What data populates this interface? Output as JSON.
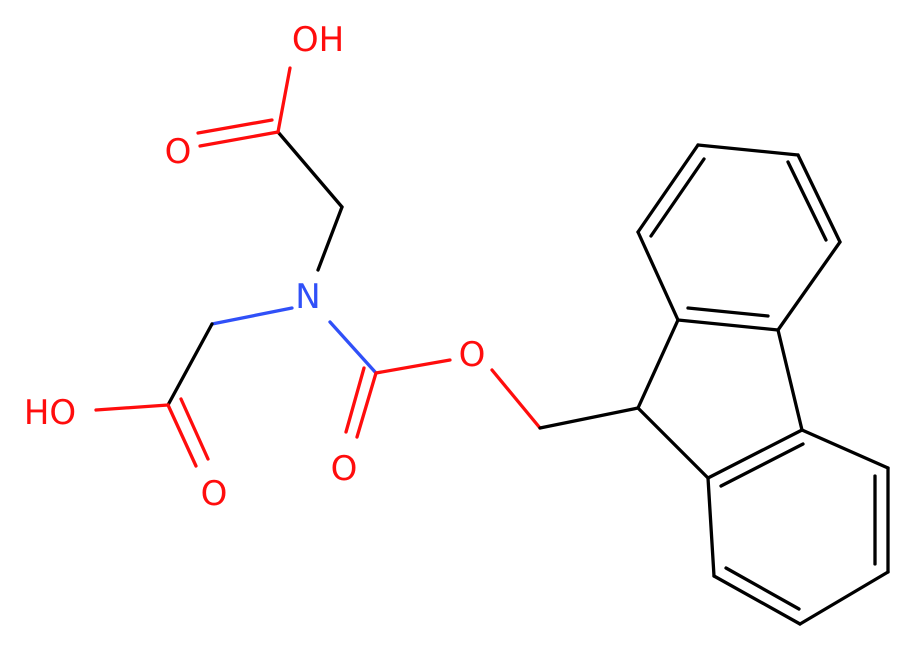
{
  "structure": {
    "atoms": {
      "oh_top": "OH",
      "o_top": "O",
      "n": "N",
      "ho_left": "HO",
      "o_left": "O",
      "o_ester": "O",
      "o_carbonyl": "O"
    },
    "colors": {
      "bond": "#000000",
      "oxygen": "#ff0d0d",
      "nitrogen": "#3050f8",
      "background": "#ffffff"
    }
  }
}
